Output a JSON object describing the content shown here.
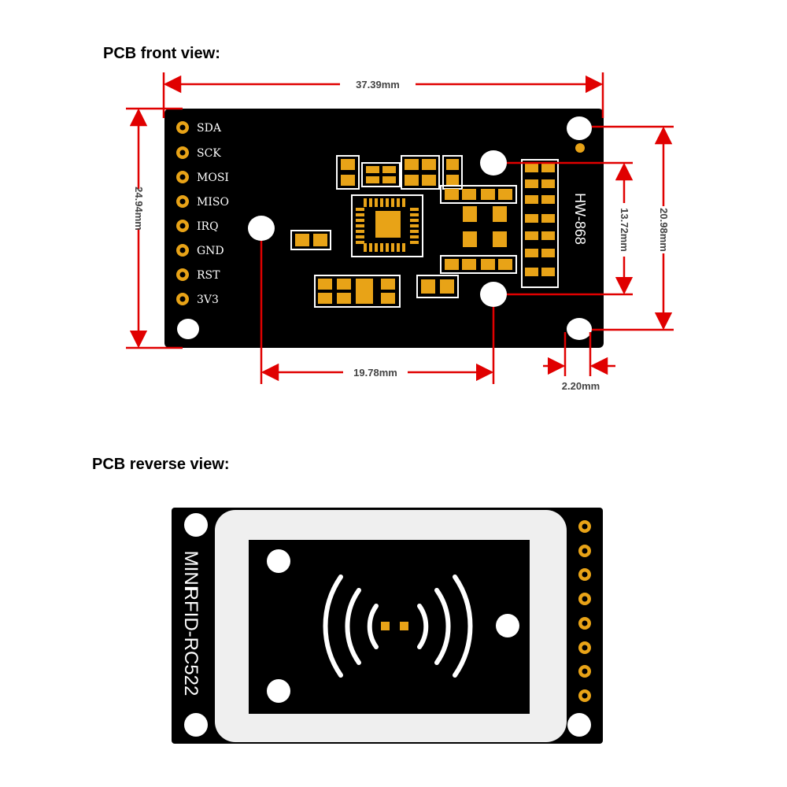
{
  "front": {
    "heading": "PCB front view:",
    "dimensions": {
      "width": "37.39mm",
      "height": "24.94mm",
      "hole_spacing_horizontal": "19.78mm",
      "hole_spacing_vertical_inner": "13.72mm",
      "hole_spacing_vertical_outer": "20.98mm",
      "hole_edge_offset": "2.20mm"
    },
    "pins": [
      "SDA",
      "SCK",
      "MOSI",
      "MISO",
      "IRQ",
      "GND",
      "RST",
      "3V3"
    ],
    "model_label": "HW-868"
  },
  "reverse": {
    "heading": "PCB reverse view:",
    "module_label_line1": "MINI",
    "module_label_line2": "RFID-RC522"
  },
  "colors": {
    "pcb": "#000000",
    "pad": "#e8a317",
    "dimension": "#e00000",
    "antenna": "#ffffff"
  }
}
